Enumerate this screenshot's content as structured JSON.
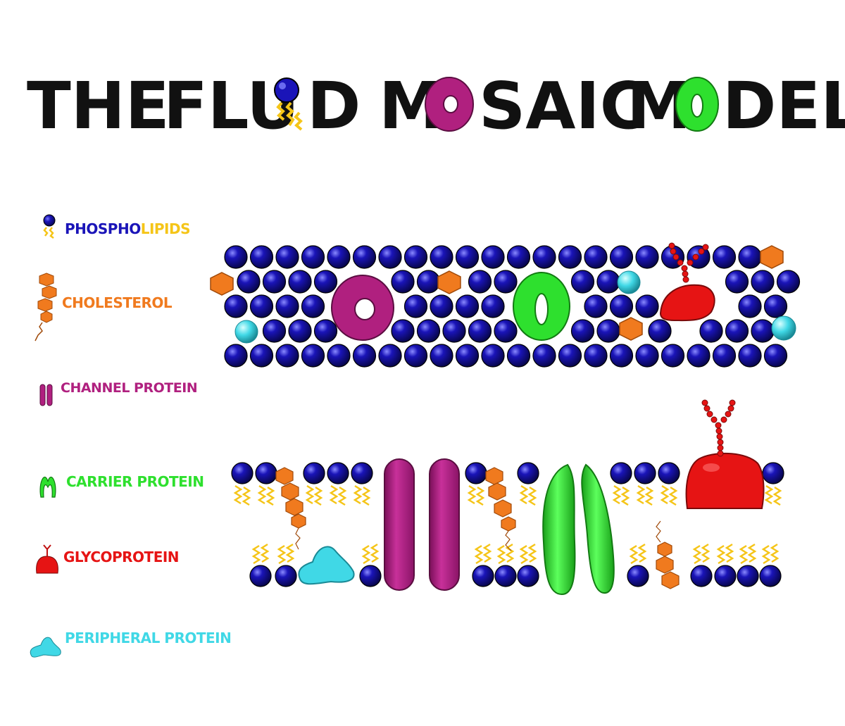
{
  "title": {
    "word1": "THE",
    "word2_a": "FLU",
    "word2_b": "D",
    "word3_a": "M",
    "word3_b": "SAIC",
    "word4_a": "M",
    "word4_b": "DEL"
  },
  "legend": {
    "phospholipids_a": "PHOSPHO",
    "phospholipids_b": "LIPIDS",
    "cholesterol": "CHOLESTEROL",
    "channel_protein": "CHANNEL PROTEIN",
    "carrier_protein": "CARRIER PROTEIN",
    "glycoprotein": "GLYCOPROTEIN",
    "peripheral_protein": "PERIPHERAL PROTEIN"
  },
  "colors": {
    "phosphate_head": "#1a14b8",
    "lipid_tail": "#f5c518",
    "cholesterol": "#f07a1e",
    "channel_protein": "#b0207f",
    "carrier_protein": "#2ee02e",
    "glycoprotein": "#e61414",
    "peripheral_protein": "#40d8e6",
    "title_text": "#111111"
  }
}
